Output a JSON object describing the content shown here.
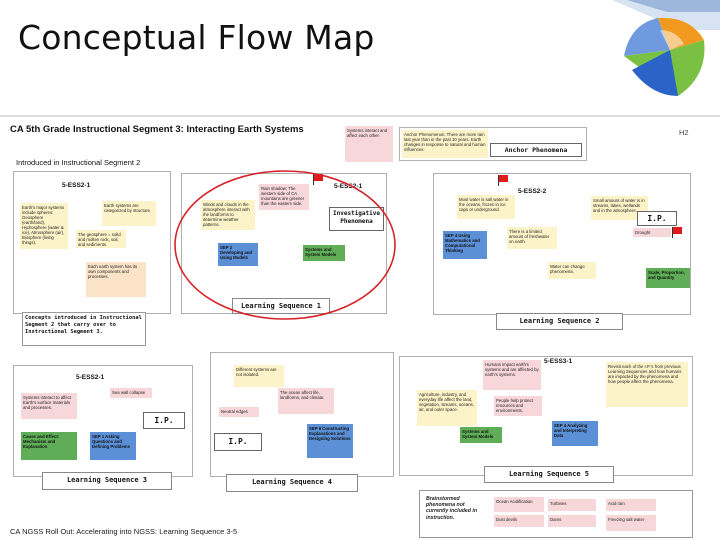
{
  "title": "Conceptual Flow Map",
  "header": "CA 5th Grade Instructional Segment 3: Interacting Earth Systems",
  "page_tag": "H2",
  "intro": "Introduced in Instructional Segment 2",
  "footer": "CA NGSS Roll Out: Accelerating into NGSS: Learning Sequence 3-5",
  "anchor": {
    "systems_note": "Systems interact and affect each other.",
    "phenomena_note": "Anchor Phenomenon: There are more rain last year than in the past 10 years. Earth changes in response to natural and human influences.",
    "label": "Anchor Phenomena"
  },
  "is2": {
    "code": "5-ESS2-1",
    "notes": [
      "Earth's major systems include spheres: Geosphere (earth/land), Hydrosphere (water & ice), Atmosphere (air), Biosphere (living things).",
      "Earth systems are categorized by structure.",
      "The geosphere = solid and molten rock, soil, and sediments.",
      "Each earth system has its own components and processes."
    ]
  },
  "concepts": "Concepts introduced in Instructional Segment 2 that carry over to Instructional Segment 3.",
  "ls1": {
    "code": "5-ESS2-1",
    "notes": [
      "Rain shadow: The western side of CA mountains are greener than the eastern side.",
      "Winds and clouds in the atmosphere interact with the landforms to determine weather patterns."
    ],
    "inv": "Investigative Phenomena",
    "sep": "SEP 2 Developing and Using Models",
    "sys": "Systems and System Models",
    "label": "Learning Sequence 1"
  },
  "ls2": {
    "code": "5-ESS2-2",
    "notes": [
      "Most water is salt water in the oceans, frozen in ice caps or underground.",
      "Small amount of water is in streams, lakes, wetlands and in the atmosphere.",
      "There is a limited amount of freshwater on earth.",
      "Water can change phenomena.",
      "Drought"
    ],
    "ip": "I.P.",
    "sep": "SEP 4 Using Mathematics and Computational Thinking",
    "scale": "Scale, Proportion, and Quantity",
    "label": "Learning Sequence 2"
  },
  "ls3": {
    "code": "5-ESS2-1",
    "notes": [
      "Systems interact to affect Earth's surface materials and processes.",
      "Sea wall collapse"
    ],
    "ip": "I.P.",
    "cause": "Cause and Effect: Mechanism and Explanation",
    "sep": "SEP 1 Asking Questions and Defining Problems",
    "label": "Learning Sequence 3"
  },
  "ls4": {
    "notes": [
      "Different systems are not isolated.",
      "The ocean affect life, landforms, and climate.",
      "Neutral edges"
    ],
    "ip": "I.P.",
    "sep": "SEP 6 Constructing Explanations and Designing Solutions",
    "label": "Learning Sequence 4"
  },
  "ls5": {
    "code": "5-ESS3-1",
    "notes": [
      "Humans impact earth's systems and are affected by earth's systems.",
      "Revisit each of the I.P.'s from previous Learning Sequences and how humans are impacted by the phenomena and how people affect the phenomena.",
      "Agriculture, industry, and everyday life affect the land, vegetation, streams, oceans, air, and outer space.",
      "People help protect resources and environments."
    ],
    "sys": "Systems and System Models",
    "sep": "SEP 4 Analyzing and Interpreting Data",
    "label": "Learning Sequence 5"
  },
  "legend": {
    "title": "Brainstormed phenomena not currently included in instruction.",
    "items": [
      "Ocean Acidification",
      "Dust devils",
      "Turbines",
      "Dams",
      "Acid rain",
      "Freezing salt water"
    ]
  }
}
